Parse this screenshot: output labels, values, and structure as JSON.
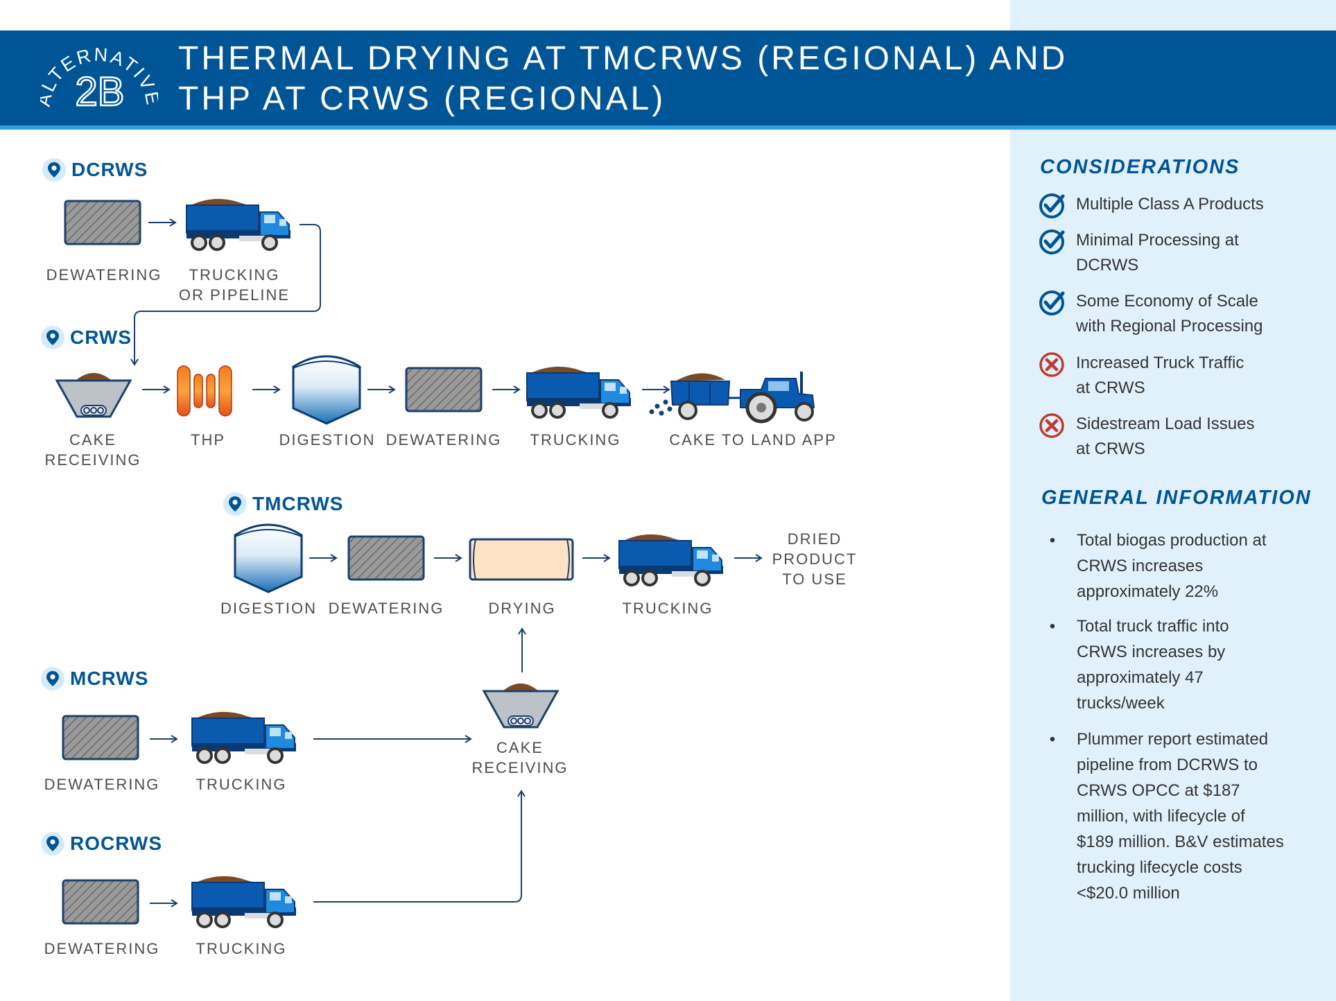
{
  "badge": {
    "word": "ALTERNATIVE",
    "code": "2B"
  },
  "title": {
    "line1": "THERMAL DRYING AT TMCRWS (REGIONAL) AND",
    "line2": "THP AT CRWS (REGIONAL)"
  },
  "locations": {
    "dcrws": "DCRWS",
    "crws": "CRWS",
    "tmcrws": "TMCRWS",
    "mcrws": "MCRWS",
    "rocrws": "ROCRWS"
  },
  "dcrws_steps": {
    "dewatering": "DEWATERING",
    "trucking_l1": "TRUCKING",
    "trucking_l2": "OR PIPELINE"
  },
  "crws_steps": {
    "cake_l1": "CAKE",
    "cake_l2": "RECEIVING",
    "thp": "THP",
    "digestion": "DIGESTION",
    "dewatering": "DEWATERING",
    "trucking": "TRUCKING",
    "land_app": "CAKE TO LAND APP"
  },
  "tmcrws_steps": {
    "digestion": "DIGESTION",
    "dewatering": "DEWATERING",
    "drying": "DRYING",
    "trucking": "TRUCKING",
    "dried_l1": "DRIED",
    "dried_l2": "PRODUCT",
    "dried_l3": "TO USE",
    "cake_l1": "CAKE",
    "cake_l2": "RECEIVING"
  },
  "mcrws_steps": {
    "dewatering": "DEWATERING",
    "trucking": "TRUCKING"
  },
  "rocrws_steps": {
    "dewatering": "DEWATERING",
    "trucking": "TRUCKING"
  },
  "considerations": {
    "heading": "CONSIDERATIONS",
    "items": [
      {
        "icon": "check-icon",
        "l1": "Multiple Class A Products",
        "l2": ""
      },
      {
        "icon": "check-icon",
        "l1": "Minimal Processing at",
        "l2": "DCRWS"
      },
      {
        "icon": "check-icon",
        "l1": "Some Economy of Scale",
        "l2": "with Regional Processing"
      },
      {
        "icon": "x-icon",
        "l1": "Increased Truck Traffic",
        "l2": "at CRWS"
      },
      {
        "icon": "x-icon",
        "l1": "Sidestream Load Issues",
        "l2": "at CRWS"
      }
    ]
  },
  "general": {
    "heading": "GENERAL INFORMATION",
    "bullet": "•",
    "items": [
      {
        "lines": [
          "Total biogas production at",
          "CRWS increases",
          "approximately 22%"
        ]
      },
      {
        "lines": [
          "Total truck traffic into",
          "CRWS increases by",
          "approximately 47",
          "trucks/week"
        ]
      },
      {
        "lines": [
          "Plummer report estimated",
          "pipeline from DCRWS to",
          "CRWS OPCC at $187",
          "million, with lifecycle of",
          "$189 million. B&V estimates",
          "trucking lifecycle costs",
          "<$20.0 million"
        ]
      }
    ]
  },
  "colors": {
    "banner": "#005596",
    "stripe": "#2f9fe0",
    "panel": "#e1f1fb",
    "truck": "#0a5bb0",
    "check": "#005596",
    "x": "#c0392b",
    "thp": "#f07a22",
    "dryer": "#fde2c4"
  }
}
